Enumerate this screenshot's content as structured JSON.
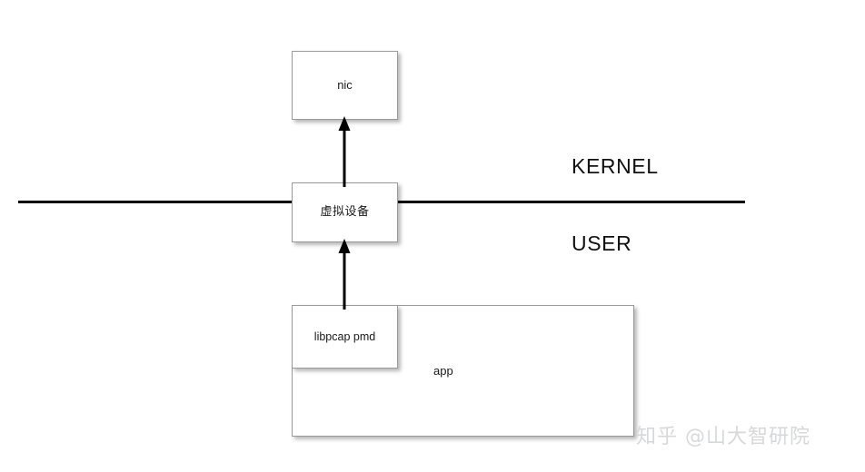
{
  "diagram": {
    "background_color": "#ffffff",
    "nodes": [
      {
        "id": "nic",
        "label": "nic"
      },
      {
        "id": "virtual_device",
        "label": "虚拟设备"
      },
      {
        "id": "app",
        "label": "app"
      },
      {
        "id": "libpcap_pmd",
        "label": "libpcap pmd"
      }
    ],
    "zones": {
      "kernel_label": "KERNEL",
      "user_label": "USER",
      "divider_color": "#000000"
    },
    "arrows": [
      {
        "id": "virtual_to_nic",
        "from": "virtual_device",
        "to": "nic",
        "direction": "up",
        "color": "#000000"
      },
      {
        "id": "libpcap_to_virtual",
        "from": "libpcap_pmd",
        "to": "virtual_device",
        "direction": "up",
        "color": "#000000"
      }
    ],
    "watermark": "知乎 @山大智研院"
  }
}
